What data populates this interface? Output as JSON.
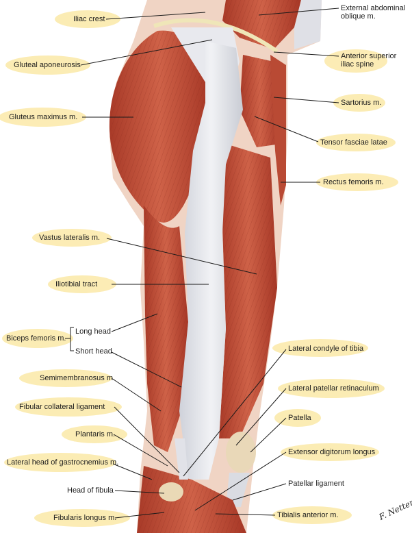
{
  "colors": {
    "highlight": "#fbe9a8",
    "muscle": "#c4553c",
    "muscle_dark": "#9a3526",
    "fascia": "#e7e8ec",
    "skin": "#f3d7c8",
    "leader": "#1a1a1a"
  },
  "labels": {
    "iliac_crest": "Iliac crest",
    "gluteal_aponeurosis": "Gluteal aponeurosis",
    "gluteus_maximus": "Gluteus maximus m.",
    "vastus_lateralis": "Vastus lateralis m.",
    "iliotibial_tract": "Iliotibial tract",
    "biceps_femoris": "Biceps femoris m.",
    "long_head": "Long head",
    "short_head": "Short head",
    "semimembranosus": "Semimembranosus m.",
    "fibular_collateral": "Fibular collateral ligament",
    "plantaris": "Plantaris m.",
    "lateral_head_gastrocnemius": "Lateral head of gastrocnemius m.",
    "head_of_fibula": "Head of fibula",
    "fibularis_longus": "Fibularis longus m.",
    "external_abdominal_line1": "External abdominal",
    "external_abdominal_line2": "oblique m.",
    "asis_line1": "Anterior superior",
    "asis_line2": "iliac spine",
    "sartorius": "Sartorius m.",
    "tensor_fasciae_latae": "Tensor fasciae latae",
    "rectus_femoris": "Rectus femoris m.",
    "lateral_condyle_tibia": "Lateral condyle of tibia",
    "lateral_patellar_retinaculum": "Lateral patellar retinaculum",
    "patella": "Patella",
    "extensor_digitorum_longus": "Extensor digitorum longus",
    "patellar_ligament": "Patellar ligament",
    "tibialis_anterior": "Tibialis anterior m."
  },
  "signature": "F. Netter"
}
